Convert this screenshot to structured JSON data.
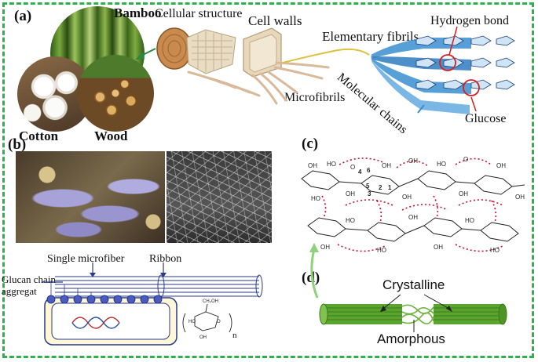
{
  "panels": {
    "a": {
      "label": "(a)",
      "sources": {
        "bamboo": "Bamboo",
        "cotton": "Cotton",
        "wood": "Wood"
      },
      "hierarchy": {
        "cellular_structure": "Cellular structure",
        "cell_walls": "Cell walls",
        "elementary_fibrils": "Elementary fibrils",
        "microfibrils": "Microfibrils",
        "molecular_chains": "Molecular chains",
        "hydrogen_bond": "Hydrogen bond",
        "glucose": "Glucose"
      }
    },
    "b": {
      "label": "(b)",
      "single_microfiber": "Single microfiber",
      "ribbon": "Ribbon",
      "glucan_chain": "Glucan chain aggregat",
      "formula_subscript": "n"
    },
    "c": {
      "label": "(c)",
      "carbon_numbers": [
        "4",
        "6",
        "5",
        "3",
        "2",
        "1"
      ],
      "oh": "OH",
      "ho": "HO"
    },
    "d": {
      "label": "(d)",
      "crystalline": "Crystalline",
      "amorphous": "Amorphous"
    }
  },
  "colors": {
    "frame": "#2bb24c",
    "hydrogen_bond": "#c8102e",
    "fiber_green": "#5aa52e",
    "molecular_blue": "#3a8fd0"
  }
}
